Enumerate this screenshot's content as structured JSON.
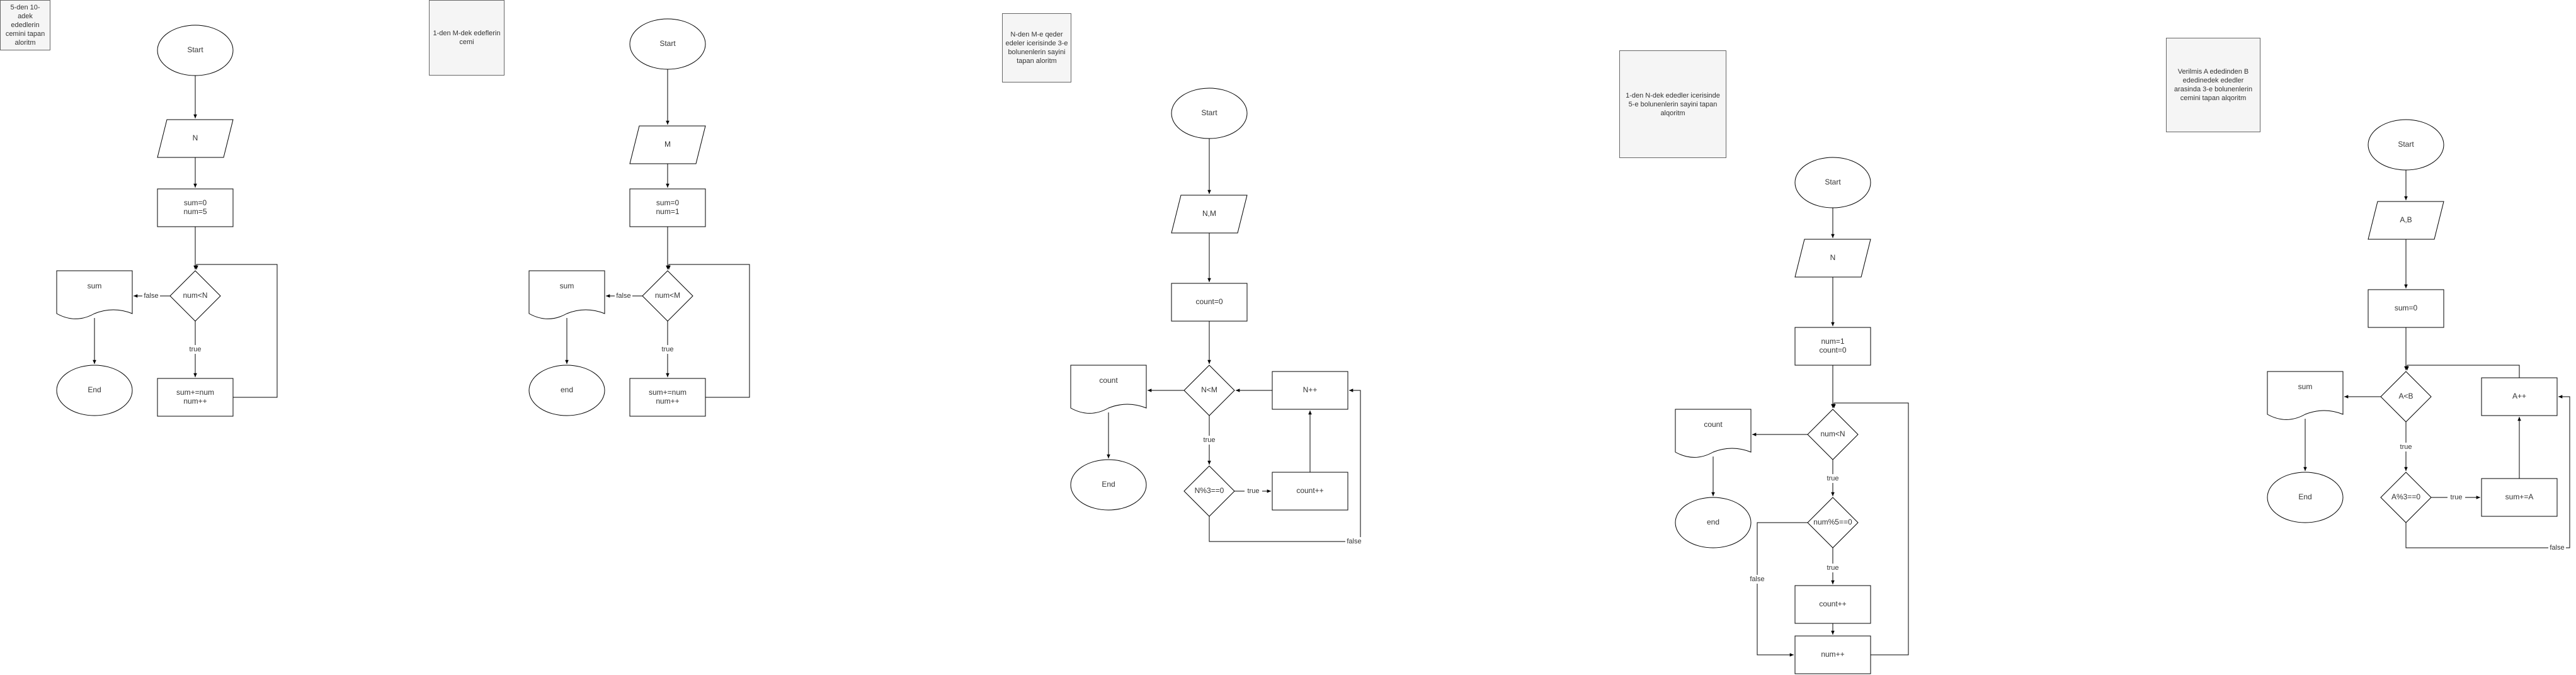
{
  "notes": {
    "f1": "5-den 10-adek ededlerin cemini tapan aloritm",
    "f2": "1-den M-dek edeflerin cemi",
    "f3": "N-den M-e qeder edeler icerisinde 3-e bolunenlerin sayini tapan aloritm",
    "f4": "1-den N-dek ededler icerisinde 5-e bolunenlerin sayini tapan alqoritm",
    "f5": "Verilmis A ededinden B ededinedek ededler arasinda 3-e bolunenlerin cemini tapan alqoritm"
  },
  "f1": {
    "start": "Start",
    "input": "N",
    "init1": "sum=0",
    "init2": "num=5",
    "cond": "num<N",
    "output": "sum",
    "end": "End",
    "body1": "sum+=num",
    "body2": "num++",
    "false_label": "false",
    "true_label": "true"
  },
  "f2": {
    "start": "Start",
    "input": "M",
    "init1": "sum=0",
    "init2": "num=1",
    "cond": "num<M",
    "output": "sum",
    "end": "end",
    "body1": "sum+=num",
    "body2": "num++",
    "false_label": "false",
    "true_label": "true"
  },
  "f3": {
    "start": "Start",
    "input": "N,M",
    "init": "count=0",
    "cond": "N<M",
    "output": "count",
    "end": "End",
    "inc": "N++",
    "cond2": "N%3==0",
    "count": "count++",
    "true_label": "true",
    "true_label2": "true",
    "false_label": "false"
  },
  "f4": {
    "start": "Start",
    "input": "N",
    "init1": "num=1",
    "init2": "count=0",
    "cond": "num<N",
    "output": "count",
    "end": "end",
    "cond2": "num%5==0",
    "count": "count++",
    "inc": "num++",
    "true_label": "true",
    "true_label2": "true",
    "false_label": "false"
  },
  "f5": {
    "start": "Start",
    "input": "A,B",
    "init": "sum=0",
    "cond": "A<B",
    "output": "sum",
    "end": "End",
    "inc": "A++",
    "cond2": "A%3==0",
    "body": "sum+=A",
    "true_label": "true",
    "true_label2": "true",
    "false_label": "false"
  }
}
